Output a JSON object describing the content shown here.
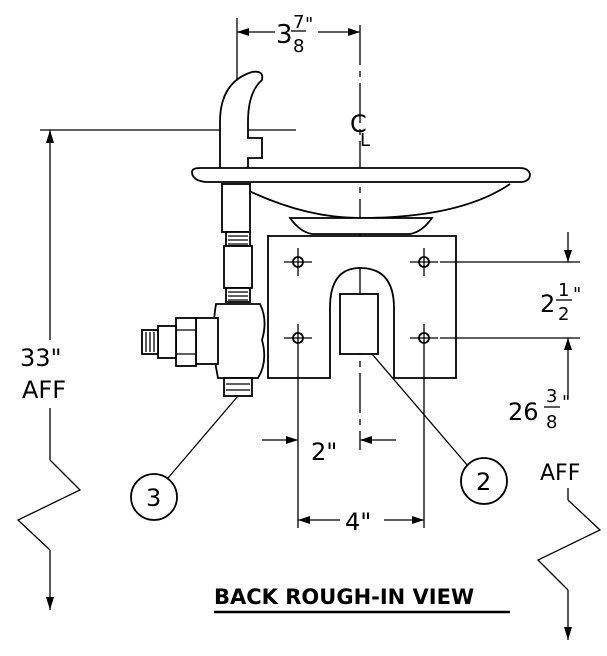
{
  "title": "BACK ROUGH-IN VIEW",
  "centerline_symbol": "C",
  "centerline_symbol_sub": "L",
  "dimensions": {
    "top_width": {
      "whole": "3",
      "num": "7",
      "den": "8",
      "unit": "\""
    },
    "height_33": {
      "line1": "33\"",
      "line2": "AFF"
    },
    "spacing_vertical": {
      "whole": "2",
      "num": "1",
      "den": "2",
      "unit": "\""
    },
    "height_26": {
      "whole": "26",
      "num": "3",
      "den": "8",
      "unit": "\"",
      "line2": "AFF"
    },
    "offset_2": "2\"",
    "width_4": "4\""
  },
  "callouts": [
    {
      "id": "3"
    },
    {
      "id": "2"
    }
  ]
}
